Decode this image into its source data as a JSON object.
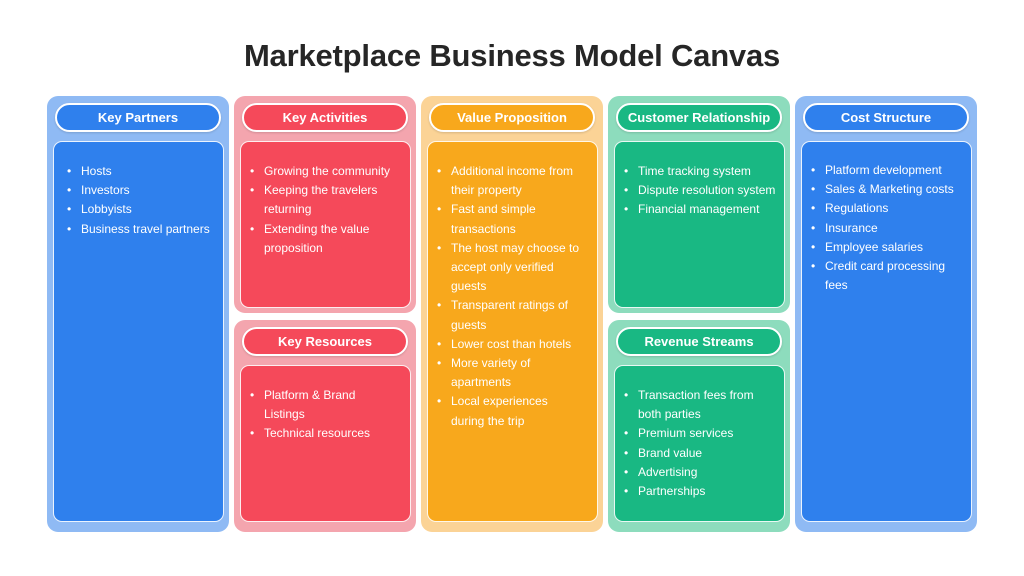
{
  "title": "Marketplace Business Model Canvas",
  "colors": {
    "blue": "#2f80ed",
    "red": "#f5495a",
    "orange": "#f8a81c",
    "green": "#19b883"
  },
  "key_partners": {
    "heading": "Key Partners",
    "items": [
      "Hosts",
      "Investors",
      "Lobbyists",
      "Business travel partners"
    ]
  },
  "key_activities": {
    "heading": "Key Activities",
    "items": [
      "Growing the community",
      "Keeping the travelers returning",
      "Extending the value proposition"
    ]
  },
  "key_resources": {
    "heading": "Key Resources",
    "items": [
      "Platform & Brand Listings",
      "Technical resources"
    ]
  },
  "value_proposition": {
    "heading": "Value Proposition",
    "items": [
      "Additional income from their property",
      "Fast and simple transactions",
      "The host may choose to accept only verified guests",
      "Transparent ratings of guests",
      "Lower cost than hotels",
      "More variety of apartments",
      "Local experiences during the trip"
    ]
  },
  "customer_relationship": {
    "heading": "Customer Relationship",
    "items": [
      "Time tracking system",
      "Dispute resolution system",
      "Financial management"
    ]
  },
  "revenue_streams": {
    "heading": "Revenue Streams",
    "items": [
      "Transaction fees from both parties",
      "Premium services",
      "Brand value",
      "Advertising",
      "Partnerships"
    ]
  },
  "cost_structure": {
    "heading": "Cost Structure",
    "items": [
      "Platform development",
      "Sales & Marketing costs",
      "Regulations",
      "Insurance",
      "Employee salaries",
      "Credit card processing fees"
    ]
  }
}
